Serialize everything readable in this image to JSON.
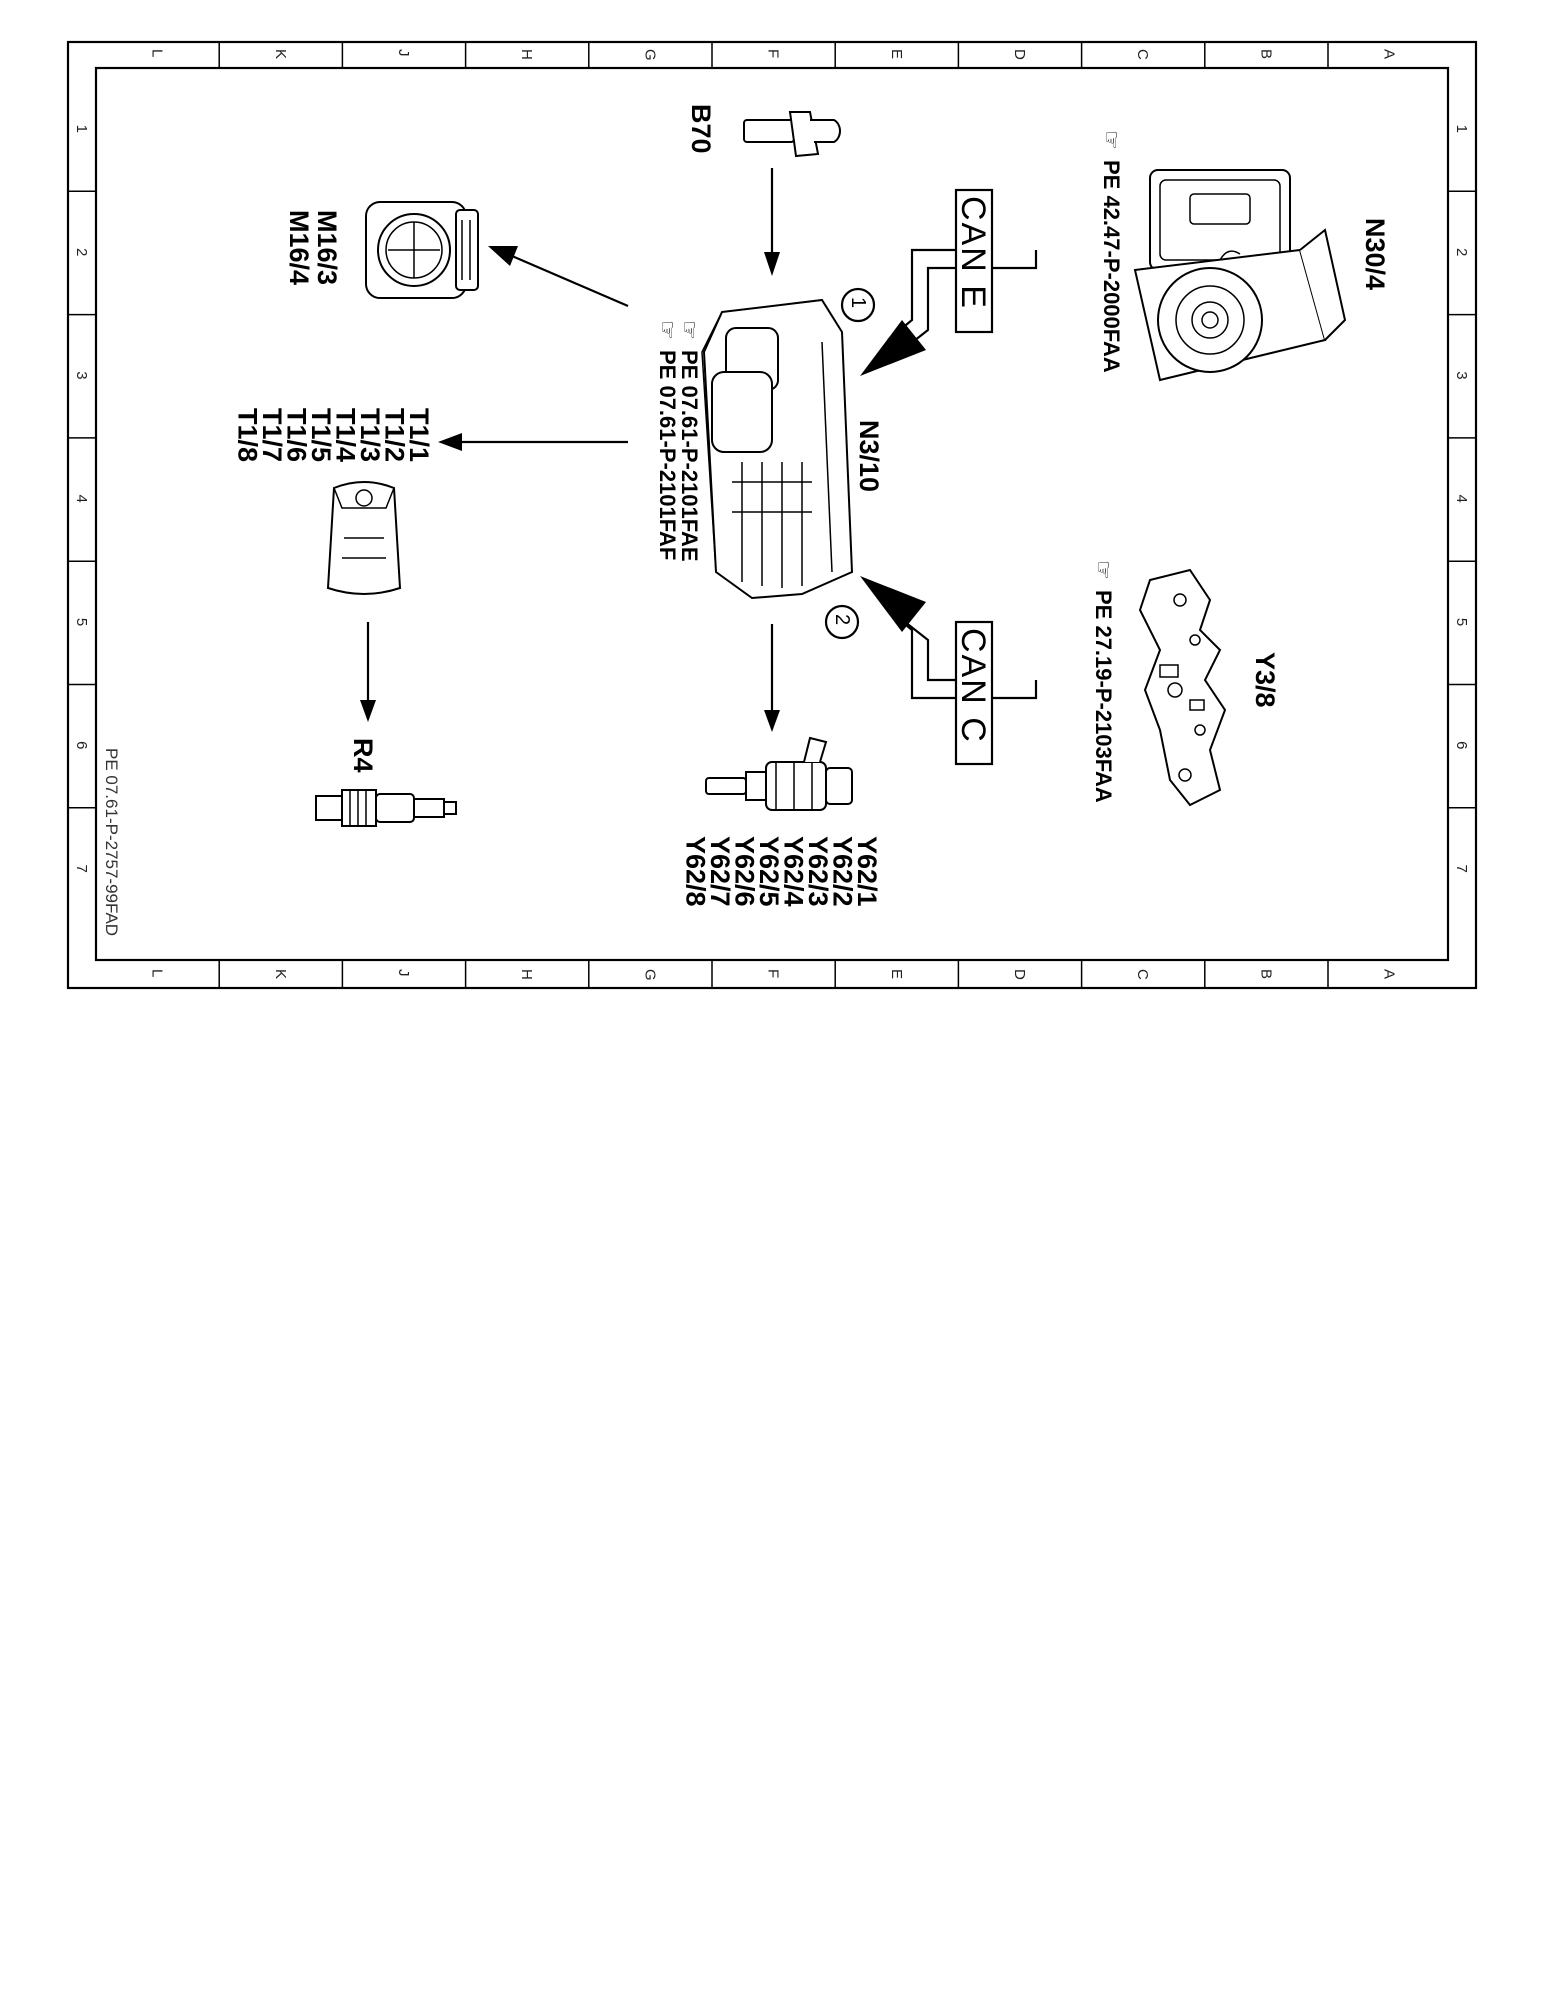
{
  "grid": {
    "columns": [
      "L",
      "K",
      "J",
      "H",
      "G",
      "F",
      "E",
      "D",
      "C",
      "B",
      "A"
    ],
    "rows": [
      "1",
      "2",
      "3",
      "4",
      "5",
      "6",
      "7"
    ]
  },
  "document_id": "PE 07.61-P-2757-99FAD",
  "bus": {
    "can_e": "CAN E",
    "can_c": "CAN C",
    "marker_1": "1",
    "marker_2": "2"
  },
  "components": {
    "n30_4": {
      "label": "N30/4",
      "ref": "PE 42.47-P-2000FAA",
      "ref_icon": "pointing-hand-icon"
    },
    "y3_8": {
      "label": "Y3/8",
      "ref": "PE 27.19-P-2103FAA",
      "ref_icon": "pointing-hand-icon"
    },
    "n3_10": {
      "label": "N3/10",
      "refs": [
        "PE 07.61-P-2101FAE",
        "PE 07.61-P-2101FAF"
      ],
      "ref_icon": "pointing-hand-icon"
    },
    "b70": {
      "label": "B70"
    },
    "m16": {
      "labels": [
        "M16/3",
        "M16/4"
      ]
    },
    "t1": {
      "labels": [
        "T1/1",
        "T1/2",
        "T1/3",
        "T1/4",
        "T1/5",
        "T1/6",
        "T1/7",
        "T1/8"
      ]
    },
    "r4": {
      "label": "R4"
    },
    "y62": {
      "labels": [
        "Y62/1",
        "Y62/2",
        "Y62/3",
        "Y62/4",
        "Y62/5",
        "Y62/6",
        "Y62/7",
        "Y62/8"
      ]
    }
  }
}
